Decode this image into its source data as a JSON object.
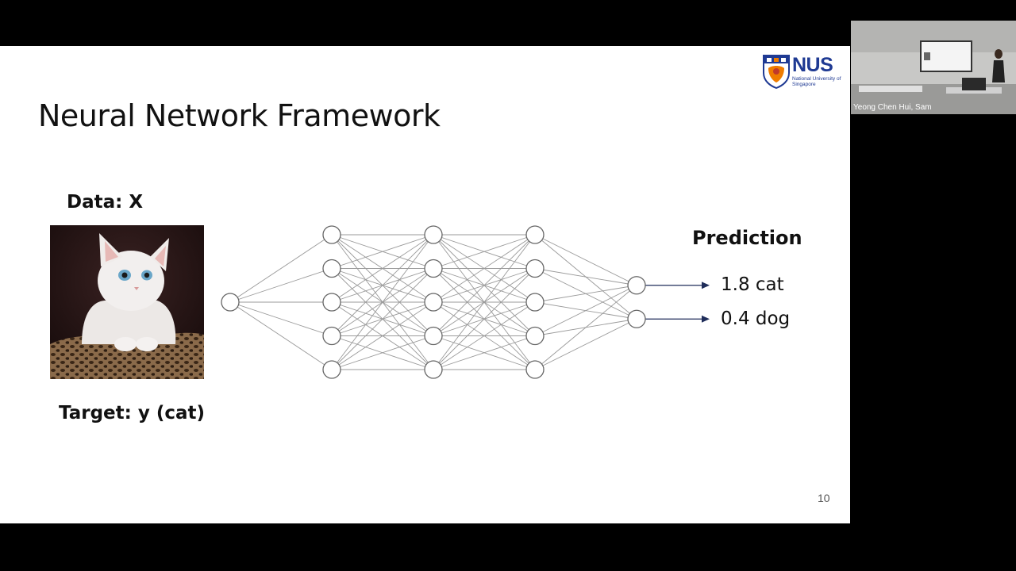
{
  "slide": {
    "title": "Neural Network Framework",
    "data_label": "Data: X",
    "target_label": "Target: y (cat)",
    "prediction_label": "Prediction",
    "predictions": [
      "1.8 cat",
      "0.4 dog"
    ],
    "page_number": "10"
  },
  "logo": {
    "name": "NUS",
    "subtitle": "National University of Singapore"
  },
  "network": {
    "layers": [
      1,
      5,
      5,
      5,
      2
    ]
  },
  "webcam": {
    "participant_name": "Yeong Chen Hui, Sam"
  },
  "colors": {
    "nus_blue": "#1f3a93",
    "nus_orange": "#ef7c00",
    "arrow": "#1f2d5a"
  }
}
